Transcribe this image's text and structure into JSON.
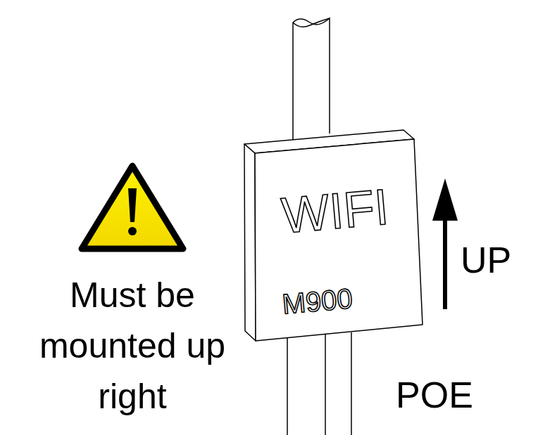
{
  "diagram": {
    "nodes": [
      {
        "text": [
          "WIFI",
          "M900"
        ]
      }
    ],
    "labels": [
      "Must be mounted up right",
      "UP",
      "POE"
    ]
  }
}
